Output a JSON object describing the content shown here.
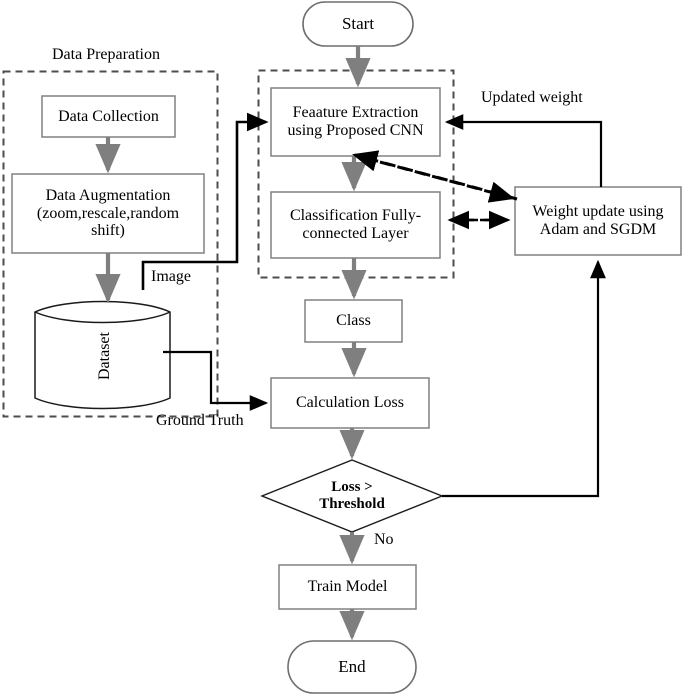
{
  "diagram": {
    "title": "CNN training pipeline flowchart",
    "groups": [
      {
        "id": "data_preparation",
        "label": "Data Preparation",
        "style": "dashed"
      },
      {
        "id": "cnn_block",
        "label": "",
        "style": "dashed"
      }
    ],
    "nodes": [
      {
        "id": "start",
        "label": "Start",
        "shape": "stadium"
      },
      {
        "id": "data_collection",
        "label": "Data Collection",
        "shape": "rect"
      },
      {
        "id": "data_augmentation",
        "label": "Data Augmentation (zoom,rescale,random shift)",
        "shape": "rect",
        "lines": [
          "Data Augmentation",
          "(zoom,rescale,random",
          "shift)"
        ]
      },
      {
        "id": "dataset",
        "label": "Dataset",
        "shape": "cylinder"
      },
      {
        "id": "feature_extraction",
        "label": "Feaature Extraction using Proposed CNN",
        "shape": "rect",
        "lines": [
          "Feaature Extraction",
          "using Proposed CNN"
        ]
      },
      {
        "id": "classification",
        "label": "Classification Fully-connected Layer",
        "shape": "rect",
        "lines": [
          "Classification Fully-",
          "connected Layer"
        ]
      },
      {
        "id": "class",
        "label": "Class",
        "shape": "rect"
      },
      {
        "id": "calculation_loss",
        "label": "Calculation Loss",
        "shape": "rect"
      },
      {
        "id": "loss_threshold",
        "label": "Loss > Threshold",
        "shape": "diamond",
        "lines": [
          "Loss >",
          "Threshold"
        ]
      },
      {
        "id": "train_model",
        "label": "Train Model",
        "shape": "rect"
      },
      {
        "id": "end",
        "label": "End",
        "shape": "stadium"
      },
      {
        "id": "weight_update",
        "label": "Weight update using Adam and SGDM",
        "shape": "rect",
        "lines": [
          "Weight update using",
          "Adam and SGDM"
        ]
      }
    ],
    "edges": [
      {
        "from": "start",
        "to": "feature_extraction",
        "label": "",
        "style": "solid-gray"
      },
      {
        "from": "data_collection",
        "to": "data_augmentation",
        "label": "",
        "style": "solid-gray"
      },
      {
        "from": "data_augmentation",
        "to": "dataset",
        "label": "",
        "style": "solid-gray"
      },
      {
        "from": "data_augmentation",
        "to": "feature_extraction",
        "label": "Image",
        "style": "solid-black"
      },
      {
        "from": "dataset",
        "to": "calculation_loss",
        "label": "Ground Truth",
        "style": "solid-black"
      },
      {
        "from": "feature_extraction",
        "to": "classification",
        "label": "",
        "style": "solid-gray"
      },
      {
        "from": "classification",
        "to": "class",
        "label": "",
        "style": "solid-gray"
      },
      {
        "from": "class",
        "to": "calculation_loss",
        "label": "",
        "style": "solid-gray"
      },
      {
        "from": "calculation_loss",
        "to": "loss_threshold",
        "label": "",
        "style": "solid-gray"
      },
      {
        "from": "loss_threshold",
        "to": "train_model",
        "label": "No",
        "style": "solid-gray"
      },
      {
        "from": "train_model",
        "to": "end",
        "label": "",
        "style": "solid-gray"
      },
      {
        "from": "loss_threshold",
        "to": "weight_update",
        "label": "",
        "style": "solid-black"
      },
      {
        "from": "weight_update",
        "to": "feature_extraction",
        "label": "Updated weight",
        "style": "solid-black"
      },
      {
        "from": "weight_update",
        "to": "feature_extraction",
        "label": "",
        "style": "dashed-black"
      },
      {
        "from": "weight_update",
        "to": "classification",
        "label": "",
        "style": "dashed-black-bidirectional"
      }
    ],
    "edge_labels": {
      "image": "Image",
      "ground_truth": "Ground Truth",
      "updated_weight": "Updated weight",
      "no": "No"
    },
    "colors": {
      "background": "#ffffff",
      "stroke_black": "#000000",
      "stroke_gray": "#7f7f7f",
      "box_border": "#808080",
      "text": "#000000"
    }
  }
}
